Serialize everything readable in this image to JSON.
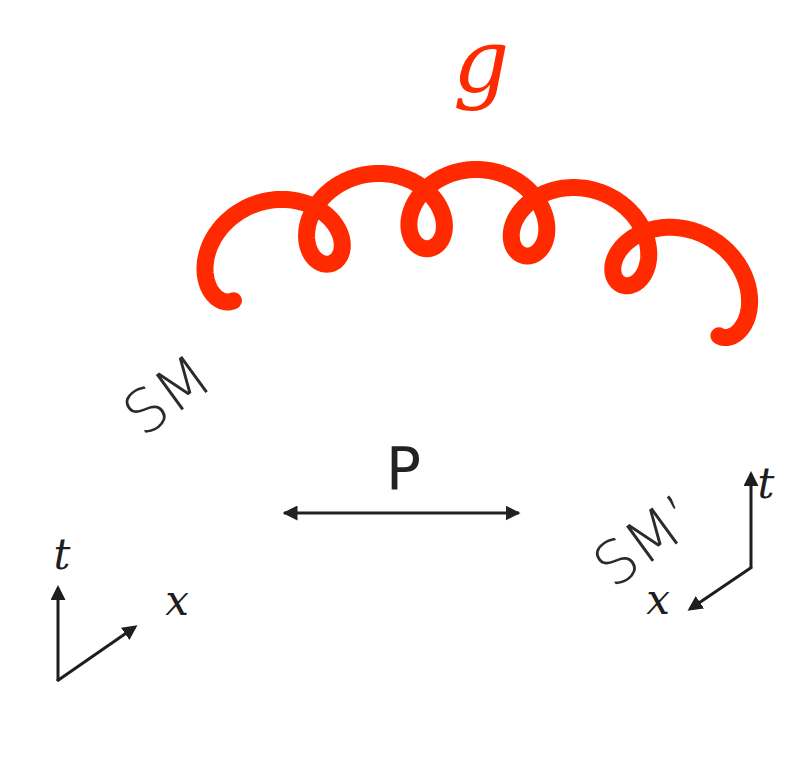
{
  "diagram": {
    "nodes": [
      {
        "text": [
          "SM",
          "t",
          "x"
        ]
      },
      {
        "text": [
          "SM’",
          "t",
          "x"
        ]
      }
    ],
    "edges": [
      {
        "from": 0,
        "to": 1,
        "label": "g",
        "arrow": "none"
      },
      {
        "from": 0,
        "to": 1,
        "label": "P",
        "arrow": "both"
      }
    ]
  }
}
